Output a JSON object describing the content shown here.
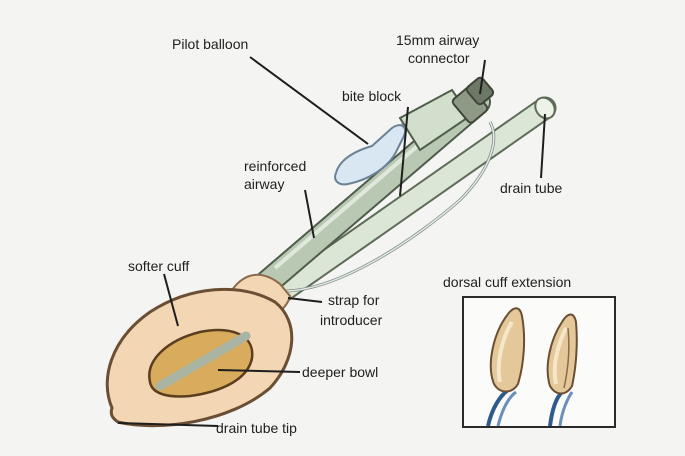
{
  "labels": {
    "pilot_balloon": "Pilot balloon",
    "connector_line1": "15mm airway",
    "connector_line2": "connector",
    "bite_block": "bite block",
    "reinforced_line1": "reinforced",
    "reinforced_line2": "airway",
    "drain_tube": "drain tube",
    "softer_cuff": "softer cuff",
    "strap_line1": "strap for",
    "strap_line2": "introducer",
    "deeper_bowl": "deeper bowl",
    "drain_tube_tip": "drain tube tip",
    "inset_title": "dorsal cuff extension"
  },
  "colors": {
    "background": "#f4f4f2",
    "airway_tube": "#b9c8b3",
    "drain_tube": "#dce6d6",
    "cuff": "#f3d6b4",
    "bowl": "#d9ab5c",
    "pilot_balloon": "#d9e7f3",
    "line": "#1e1e1e"
  }
}
